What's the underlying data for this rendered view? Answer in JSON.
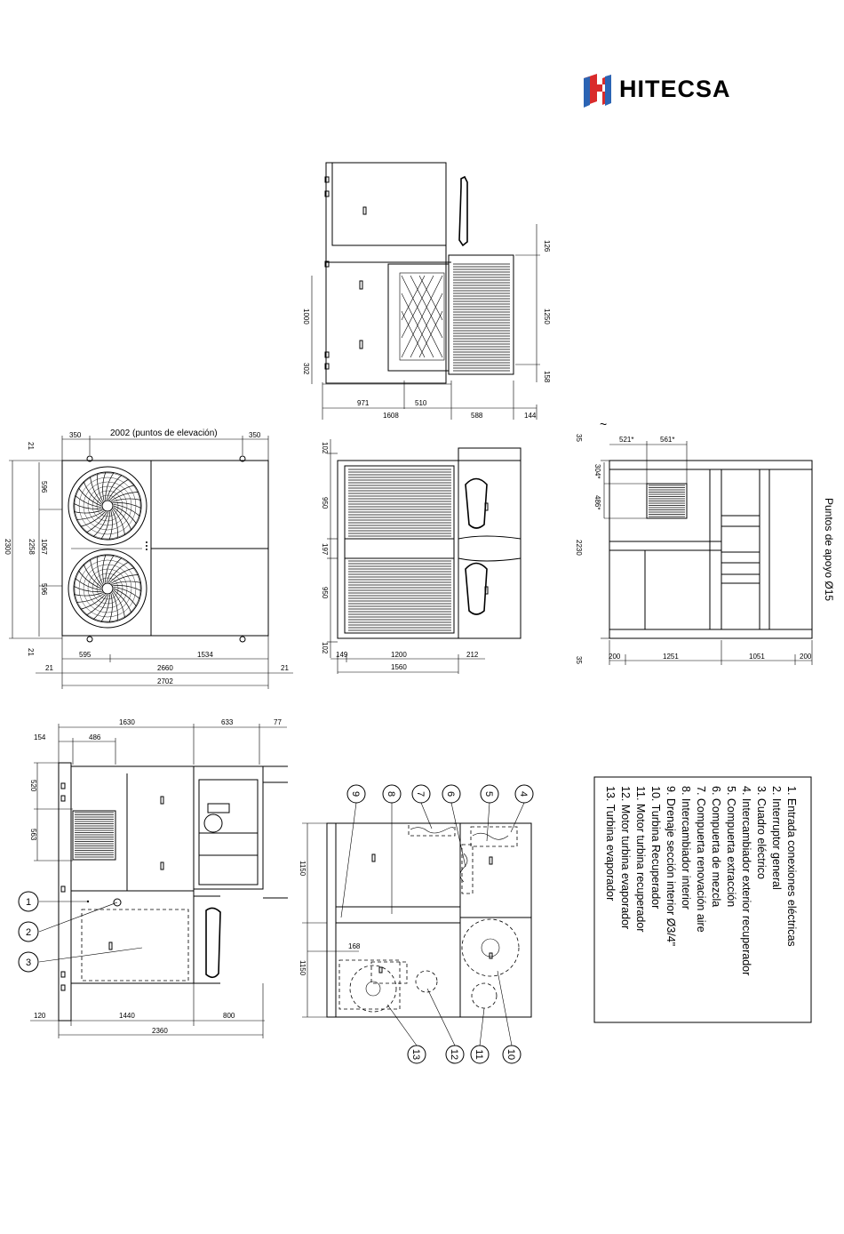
{
  "brand": {
    "name": "HITECSA",
    "colors": {
      "red": "#d92b2b",
      "blue": "#2b64b4"
    }
  },
  "views": {
    "top": {
      "dims": [
        "126",
        "1250",
        "158",
        "1000",
        "302",
        "971",
        "510",
        "1608",
        "588",
        "144"
      ]
    },
    "front": {
      "top_note": "2002 (puntos de elevación)",
      "dims": [
        "350",
        "350",
        "21",
        "596",
        "2300",
        "2258",
        "1067",
        "596",
        "21",
        "595",
        "1534",
        "21",
        "2660",
        "21",
        "2702"
      ]
    },
    "side": {
      "dims": [
        "102",
        "950",
        "197",
        "950",
        "102",
        "149",
        "1200",
        "212",
        "1560"
      ]
    },
    "support": {
      "tilde": "~",
      "side_note": "Puntos de apoyo Ø15",
      "dims": [
        "35",
        "521*",
        "561*",
        "304*",
        "486*",
        "2230",
        "35",
        "200",
        "1251",
        "1051",
        "200"
      ]
    },
    "bottom_left": {
      "dims": [
        "1630",
        "633",
        "77",
        "154",
        "486",
        "520",
        "563",
        "120",
        "1440",
        "800",
        "2360"
      ]
    },
    "bottom_mid": {
      "dims": [
        "1150",
        "1150",
        "168"
      ]
    }
  },
  "callouts": [
    "1",
    "2",
    "3",
    "4",
    "5",
    "6",
    "7",
    "8",
    "9",
    "10",
    "11",
    "12",
    "13"
  ],
  "legend": [
    "1. Entrada conexiones eléctricas",
    "2. Interruptor general",
    "3. Cuadro eléctrico",
    "4. Intercambiador exterior recuperador",
    "5. Compuerta extracción",
    "6. Compuerta de mezcla",
    "7. Compuerta renovación aire",
    "8. Intercambiador interior",
    "9. Drenaje sección interior Ø3/4\"",
    "10. Turbina Recuperador",
    "11. Motor turbina recuperador",
    "12. Motor turbina evaporador",
    "13. Turbina evaporador"
  ]
}
